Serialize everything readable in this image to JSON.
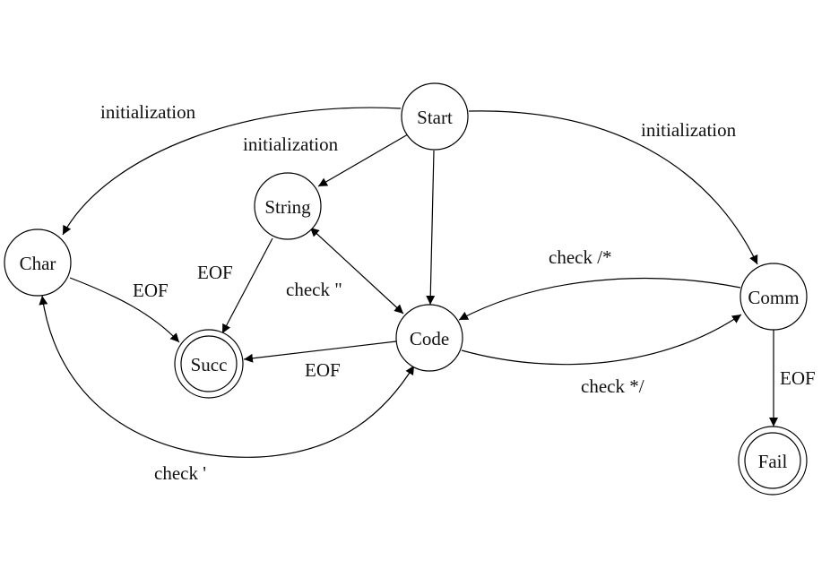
{
  "diagram": {
    "nodes": [
      {
        "id": "start",
        "label": "Start",
        "accepting": false
      },
      {
        "id": "string",
        "label": "String",
        "accepting": false
      },
      {
        "id": "char",
        "label": "Char",
        "accepting": false
      },
      {
        "id": "code",
        "label": "Code",
        "accepting": false
      },
      {
        "id": "succ",
        "label": "Succ",
        "accepting": true
      },
      {
        "id": "comm",
        "label": "Comm",
        "accepting": false
      },
      {
        "id": "fail",
        "label": "Fail",
        "accepting": true
      }
    ],
    "edges": [
      {
        "from": "start",
        "to": "char",
        "label": "initialization"
      },
      {
        "from": "start",
        "to": "string",
        "label": "initialization"
      },
      {
        "from": "start",
        "to": "comm",
        "label": "initialization"
      },
      {
        "from": "start",
        "to": "code",
        "label": ""
      },
      {
        "from": "string",
        "to": "succ",
        "label": "EOF"
      },
      {
        "from": "string",
        "to": "code",
        "label": "check \"",
        "bidirectional": true
      },
      {
        "from": "char",
        "to": "succ",
        "label": "EOF"
      },
      {
        "from": "char",
        "to": "code",
        "label": "check '",
        "bidirectional": true
      },
      {
        "from": "code",
        "to": "succ",
        "label": "EOF"
      },
      {
        "from": "comm",
        "to": "code",
        "label": "check /*"
      },
      {
        "from": "code",
        "to": "comm",
        "label": "check */"
      },
      {
        "from": "comm",
        "to": "fail",
        "label": "EOF"
      }
    ]
  }
}
